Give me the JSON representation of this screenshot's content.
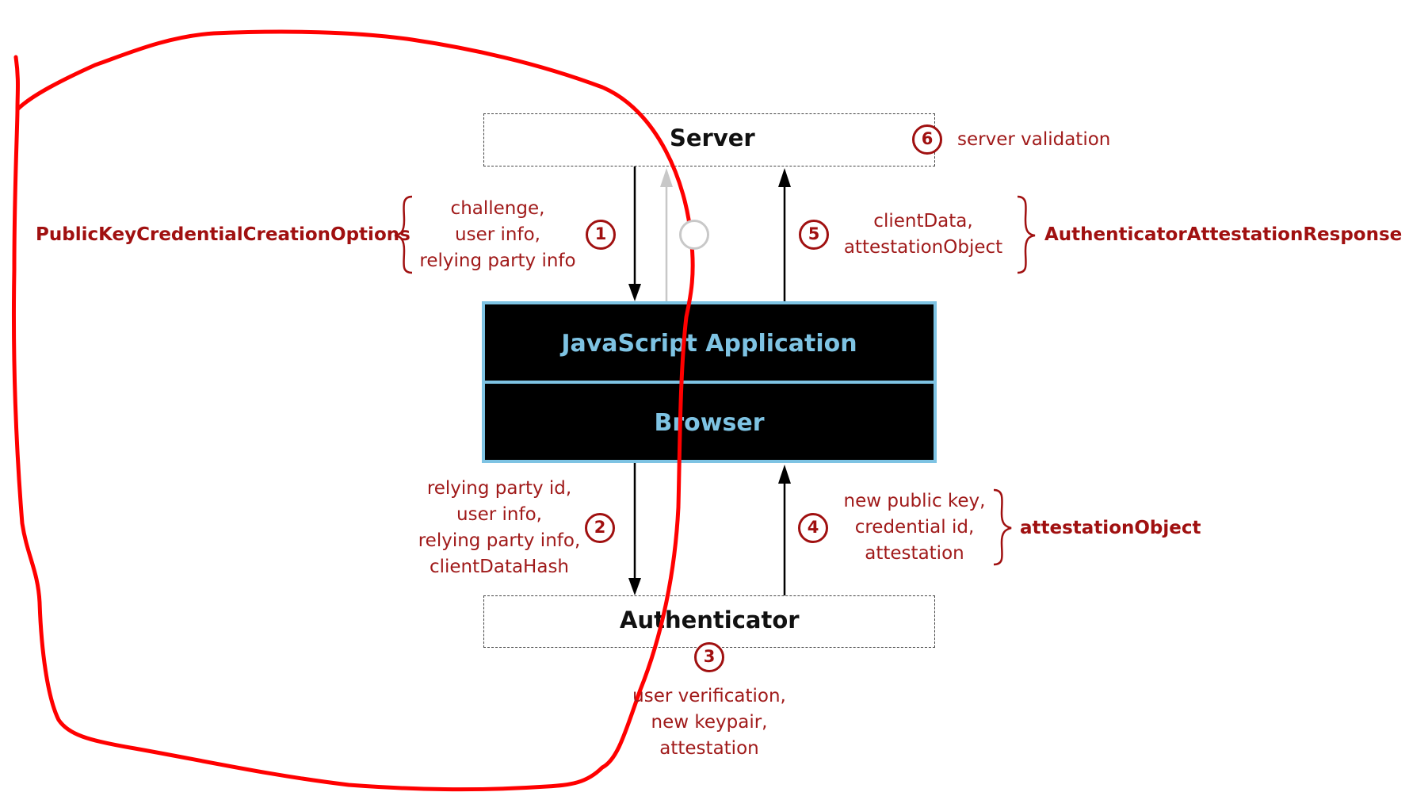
{
  "server": {
    "title": "Server"
  },
  "application": {
    "title": "JavaScript Application"
  },
  "browser": {
    "title": "Browser"
  },
  "authenticator": {
    "title": "Authenticator"
  },
  "steps": {
    "s1": {
      "number": "1",
      "lines": [
        "challenge,",
        "user info,",
        "relying party info"
      ]
    },
    "s2": {
      "number": "2",
      "lines": [
        "relying party id,",
        "user info,",
        "relying party info,",
        "clientDataHash"
      ]
    },
    "s3": {
      "number": "3",
      "lines": [
        "user verification,",
        "new keypair,",
        "attestation"
      ]
    },
    "s4": {
      "number": "4",
      "lines": [
        "new public key,",
        "credential id,",
        "attestation"
      ]
    },
    "s5": {
      "number": "5",
      "lines": [
        "clientData,",
        "attestationObject"
      ]
    },
    "s6": {
      "number": "6",
      "text": "server validation"
    }
  },
  "groups": {
    "creation_options": "PublicKeyCredentialCreationOptions",
    "attestation_response": "AuthenticatorAttestationResponse",
    "attestation_object": "attestationObject"
  },
  "colors": {
    "accent_red": "#a01010",
    "app_border": "#7ec3e3",
    "annotation_red": "#ff0000",
    "ghost_gray": "#c8c8c8"
  }
}
